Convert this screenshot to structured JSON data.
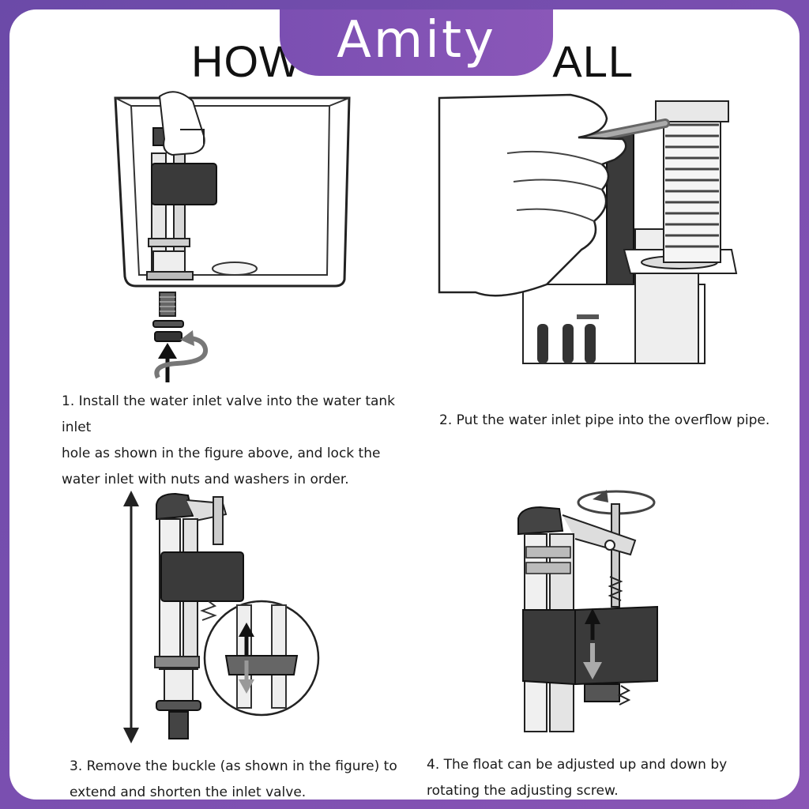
{
  "header": {
    "title_left": "HOW",
    "title_right": "ALL",
    "brand": "Amity"
  },
  "steps": [
    {
      "caption_lines": [
        "1. Install the water inlet valve into the water tank inlet",
        "hole as shown in the figure above, and lock the",
        "water inlet with nuts and washers in order."
      ]
    },
    {
      "caption_lines": [
        "2. Put the water inlet pipe into the overflow pipe."
      ]
    },
    {
      "caption_lines": [
        "3. Remove the buckle (as shown in the figure) to",
        "extend and shorten the inlet valve."
      ]
    },
    {
      "caption_lines": [
        "4. The float can be adjusted up and down by",
        "rotating the adjusting screw."
      ]
    }
  ]
}
